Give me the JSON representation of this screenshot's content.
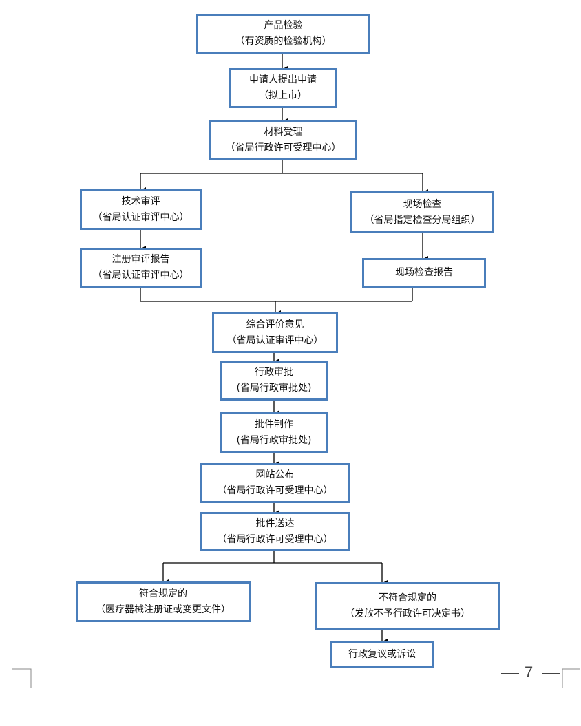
{
  "flowchart": {
    "nodes": {
      "inspection": {
        "title": "产品检验",
        "sub": "（有资质的检验机构）"
      },
      "apply": {
        "title": "申请人提出申请",
        "sub": "（拟上市）"
      },
      "accept": {
        "title": "材料受理",
        "sub": "（省局行政许可受理中心）"
      },
      "tech_review": {
        "title": "技术审评",
        "sub": "（省局认证审评中心）"
      },
      "site_check": {
        "title": "现场检查",
        "sub": "（省局指定检查分局组织）"
      },
      "review_report": {
        "title": "注册审评报告",
        "sub": "（省局认证审评中心）"
      },
      "site_report": {
        "title": "现场检查报告",
        "sub": ""
      },
      "opinion": {
        "title": "综合评价意见",
        "sub": "（省局认证审评中心）"
      },
      "approval": {
        "title": "行政审批",
        "sub": "(省局行政审批处)"
      },
      "production": {
        "title": "批件制作",
        "sub": "(省局行政审批处)"
      },
      "publish": {
        "title": "网站公布",
        "sub": "（省局行政许可受理中心）"
      },
      "deliver": {
        "title": "批件送达",
        "sub": "（省局行政许可受理中心）"
      },
      "comply": {
        "title": "符合规定的",
        "sub": "（医疗器械注册证或变更文件）"
      },
      "noncomply": {
        "title": "不符合规定的",
        "sub": "（发放不予行政许可决定书）"
      },
      "appeal": {
        "title": "行政复议或诉讼",
        "sub": ""
      }
    }
  },
  "page_number": "7",
  "colors": {
    "box_border": "#4a7ebb",
    "line": "#000000"
  }
}
